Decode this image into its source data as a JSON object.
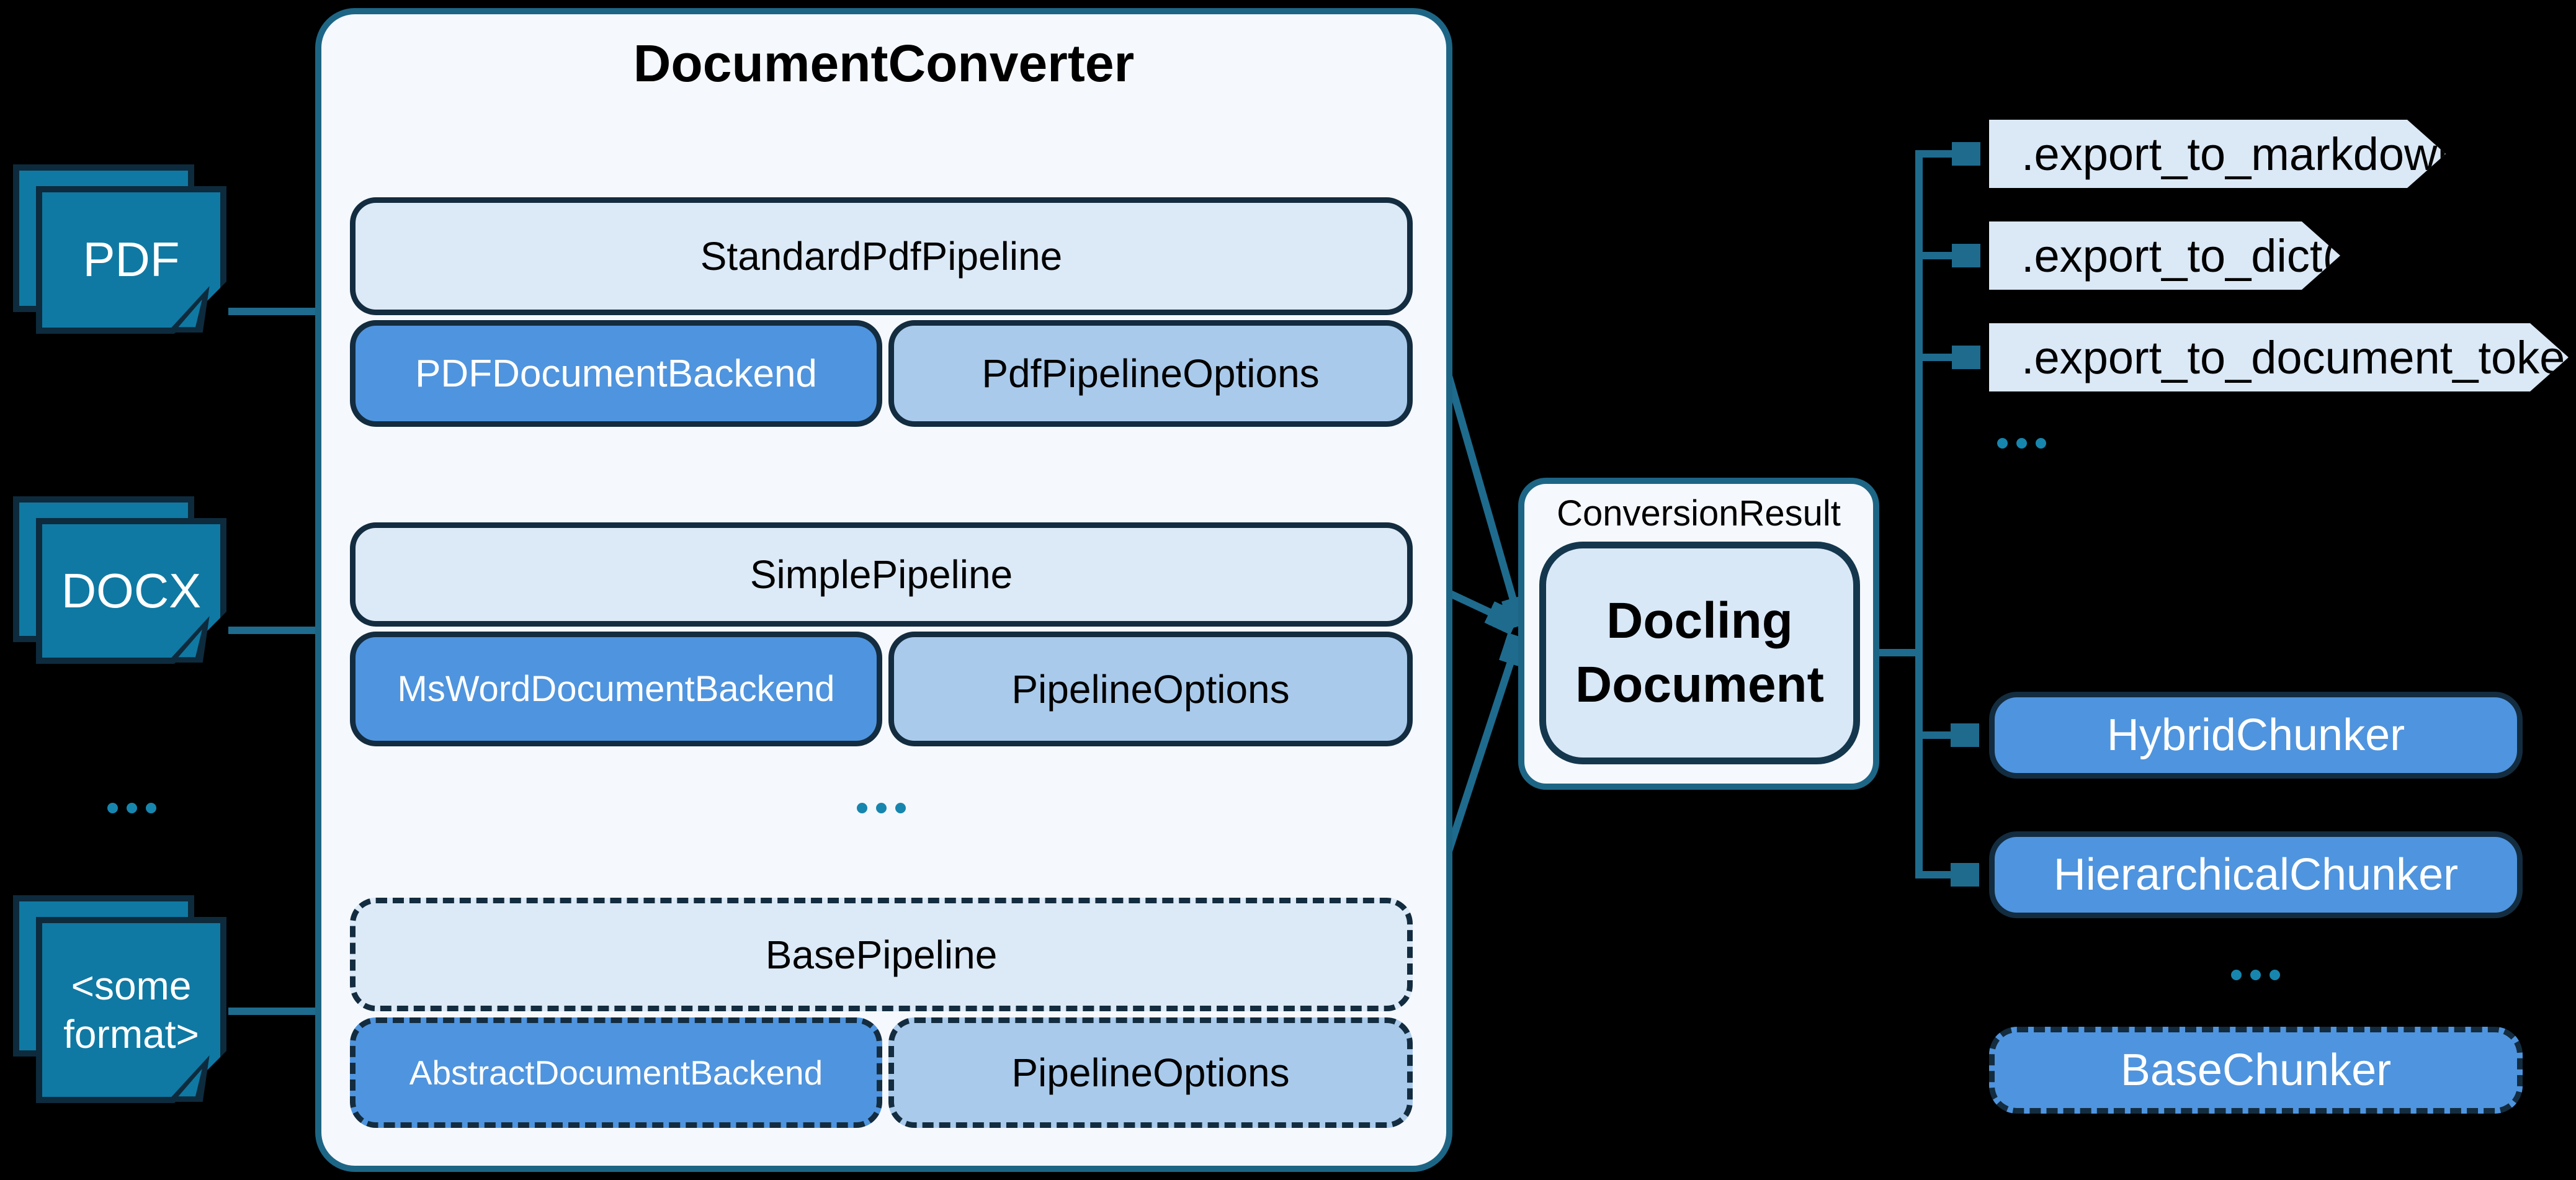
{
  "sources": [
    {
      "label": "PDF"
    },
    {
      "label": "DOCX"
    },
    {
      "label": "<some format>"
    }
  ],
  "converter": {
    "title": "DocumentConverter",
    "pipelines": [
      {
        "title": "StandardPdfPipeline",
        "backend": "PDFDocumentBackend",
        "options": "PdfPipelineOptions"
      },
      {
        "title": "SimplePipeline",
        "backend": "MsWordDocumentBackend",
        "options": "PipelineOptions"
      },
      {
        "title": "BasePipeline",
        "backend": "AbstractDocumentBackend",
        "options": "PipelineOptions"
      }
    ]
  },
  "result": {
    "label": "ConversionResult",
    "document": "Docling Document"
  },
  "exports": [
    {
      "label": ".export_to_markdown()"
    },
    {
      "label": ".export_to_dict()"
    },
    {
      "label": ".export_to_document_tokens()"
    }
  ],
  "chunkers": [
    {
      "label": "HybridChunker"
    },
    {
      "label": "HierarchicalChunker"
    },
    {
      "label": "BaseChunker"
    }
  ],
  "ellipses": {
    "sources": "...",
    "pipelines": "...",
    "exports": "...",
    "chunkers": "..."
  },
  "colors": {
    "background": "#000000",
    "source_fill": "#0f79a3",
    "dark_border": "#132c3f",
    "navy_doc_border": "#0d2b3d",
    "teal_border": "#1d6585",
    "arrow": "#1e6b8e",
    "panel_fill": "#f5f8fd",
    "pipeline_fill": "#dce9f6",
    "options_fill": "#a9caeb",
    "backend_fill": "#4f94de",
    "export_fill": "#dbe8f6",
    "docling_fill": "#d9e8f7",
    "dots": "#1786ae"
  }
}
